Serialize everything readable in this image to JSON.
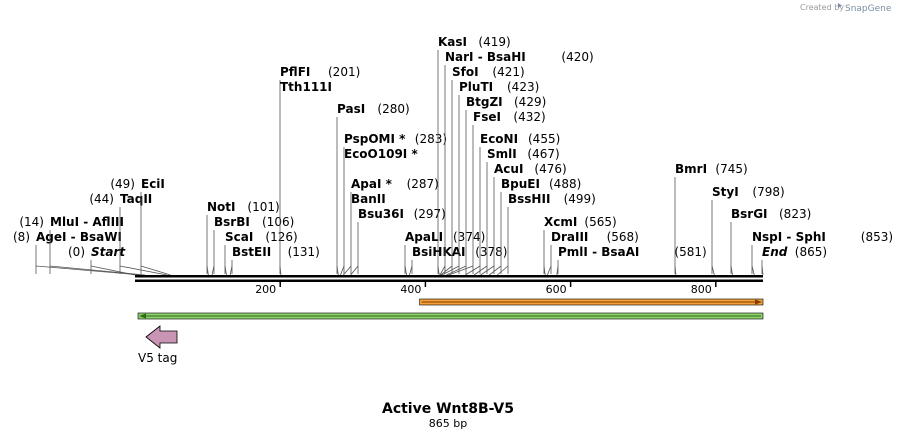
{
  "credit": {
    "text": "Created by",
    "brand": "SnapGene"
  },
  "title": "Active Wnt8B-V5",
  "length_label": "865 bp",
  "axis": {
    "min": 0,
    "max": 865,
    "ticks": [
      {
        "value": 200,
        "label": "200"
      },
      {
        "value": 400,
        "label": "400"
      },
      {
        "value": 600,
        "label": "600"
      },
      {
        "value": 800,
        "label": "800"
      }
    ]
  },
  "sites": [
    {
      "name": "Start",
      "pos": 0,
      "pos_label": "(0)",
      "style": "italic"
    },
    {
      "name": "AgeI",
      "pos": 8,
      "pos_label": "(8)",
      "alias": "BsaWI"
    },
    {
      "name": "MluI",
      "pos": 14,
      "pos_label": "(14)",
      "alias": "AflIII"
    },
    {
      "name": "TaqII",
      "pos": 44,
      "pos_label": "(44)"
    },
    {
      "name": "EciI",
      "pos": 49,
      "pos_label": "(49)"
    },
    {
      "name": "NotI",
      "pos": 101,
      "pos_label": "(101)"
    },
    {
      "name": "BsrBI",
      "pos": 106,
      "pos_label": "(106)"
    },
    {
      "name": "ScaI",
      "pos": 126,
      "pos_label": "(126)"
    },
    {
      "name": "BstEII",
      "pos": 131,
      "pos_label": "(131)"
    },
    {
      "name": "PflFI",
      "pos": 201,
      "pos_label": "(201)",
      "second": "Tth111I"
    },
    {
      "name": "PasI",
      "pos": 280,
      "pos_label": "(280)"
    },
    {
      "name": "PspOMI *",
      "pos": 283,
      "pos_label": "(283)",
      "second": "EcoO109I *"
    },
    {
      "name": "ApaI *",
      "pos": 287,
      "pos_label": "(287)",
      "second": "BanII"
    },
    {
      "name": "Bsu36I",
      "pos": 297,
      "pos_label": "(297)"
    },
    {
      "name": "ApaLI",
      "pos": 374,
      "pos_label": "(374)"
    },
    {
      "name": "BsiHKAI",
      "pos": 378,
      "pos_label": "(378)"
    },
    {
      "name": "KasI",
      "pos": 419,
      "pos_label": "(419)"
    },
    {
      "name": "NarI",
      "pos": 420,
      "pos_label": "(420)",
      "alias": "BsaHI"
    },
    {
      "name": "SfoI",
      "pos": 421,
      "pos_label": "(421)"
    },
    {
      "name": "PluTI",
      "pos": 423,
      "pos_label": "(423)"
    },
    {
      "name": "BtgZI",
      "pos": 429,
      "pos_label": "(429)"
    },
    {
      "name": "FseI",
      "pos": 432,
      "pos_label": "(432)"
    },
    {
      "name": "EcoNI",
      "pos": 455,
      "pos_label": "(455)"
    },
    {
      "name": "SmlI",
      "pos": 467,
      "pos_label": "(467)"
    },
    {
      "name": "AcuI",
      "pos": 476,
      "pos_label": "(476)"
    },
    {
      "name": "BpuEI",
      "pos": 488,
      "pos_label": "(488)"
    },
    {
      "name": "BssHII",
      "pos": 499,
      "pos_label": "(499)"
    },
    {
      "name": "XcmI",
      "pos": 565,
      "pos_label": "(565)"
    },
    {
      "name": "DraIII",
      "pos": 568,
      "pos_label": "(568)"
    },
    {
      "name": "PmlI",
      "pos": 581,
      "pos_label": "(581)",
      "alias": "BsaAI"
    },
    {
      "name": "BmrI",
      "pos": 745,
      "pos_label": "(745)"
    },
    {
      "name": "StyI",
      "pos": 798,
      "pos_label": "(798)"
    },
    {
      "name": "BsrGI",
      "pos": 823,
      "pos_label": "(823)"
    },
    {
      "name": "NspI",
      "pos": 853,
      "pos_label": "(853)",
      "alias": "SphI"
    },
    {
      "name": "End",
      "pos": 865,
      "pos_label": "(865)",
      "style": "italic"
    }
  ],
  "features": [
    {
      "label": "V5 tag",
      "color": "#c995b5",
      "direction": "reverse"
    }
  ],
  "orf_bar": {
    "color": "#f2a33a",
    "start": 392,
    "end": 865
  },
  "insert_bar": {
    "color": "#8fd16a",
    "start": 0,
    "end": 865
  },
  "colors": {
    "backbone": "#000000",
    "leader": "#555555"
  }
}
